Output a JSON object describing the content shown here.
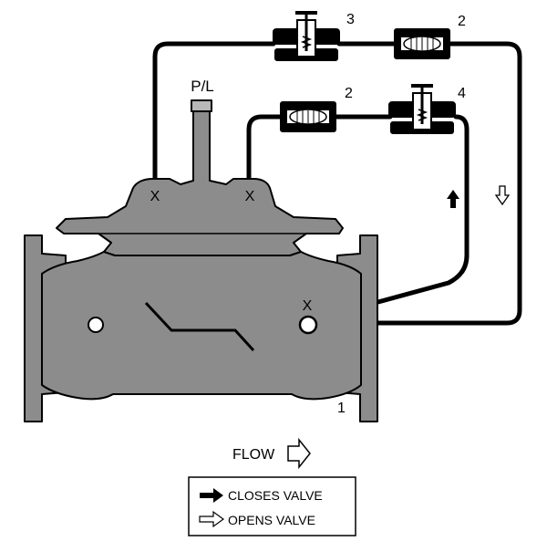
{
  "diagram": {
    "top_label": "P/L",
    "main_valve_number": "1",
    "components": [
      {
        "number": "3",
        "icon": "needle-valve-icon"
      },
      {
        "number": "2",
        "icon": "strainer-icon"
      },
      {
        "number": "2",
        "icon": "strainer-icon"
      },
      {
        "number": "4",
        "icon": "needle-valve-icon"
      }
    ],
    "ports": [
      "X",
      "X",
      "X"
    ],
    "flow_label": "FLOW",
    "legend": {
      "closes": "CLOSES VALVE",
      "opens": "OPENS VALVE"
    },
    "colors": {
      "body": "#8c8c8c",
      "outline": "#000000",
      "background": "#ffffff"
    }
  }
}
